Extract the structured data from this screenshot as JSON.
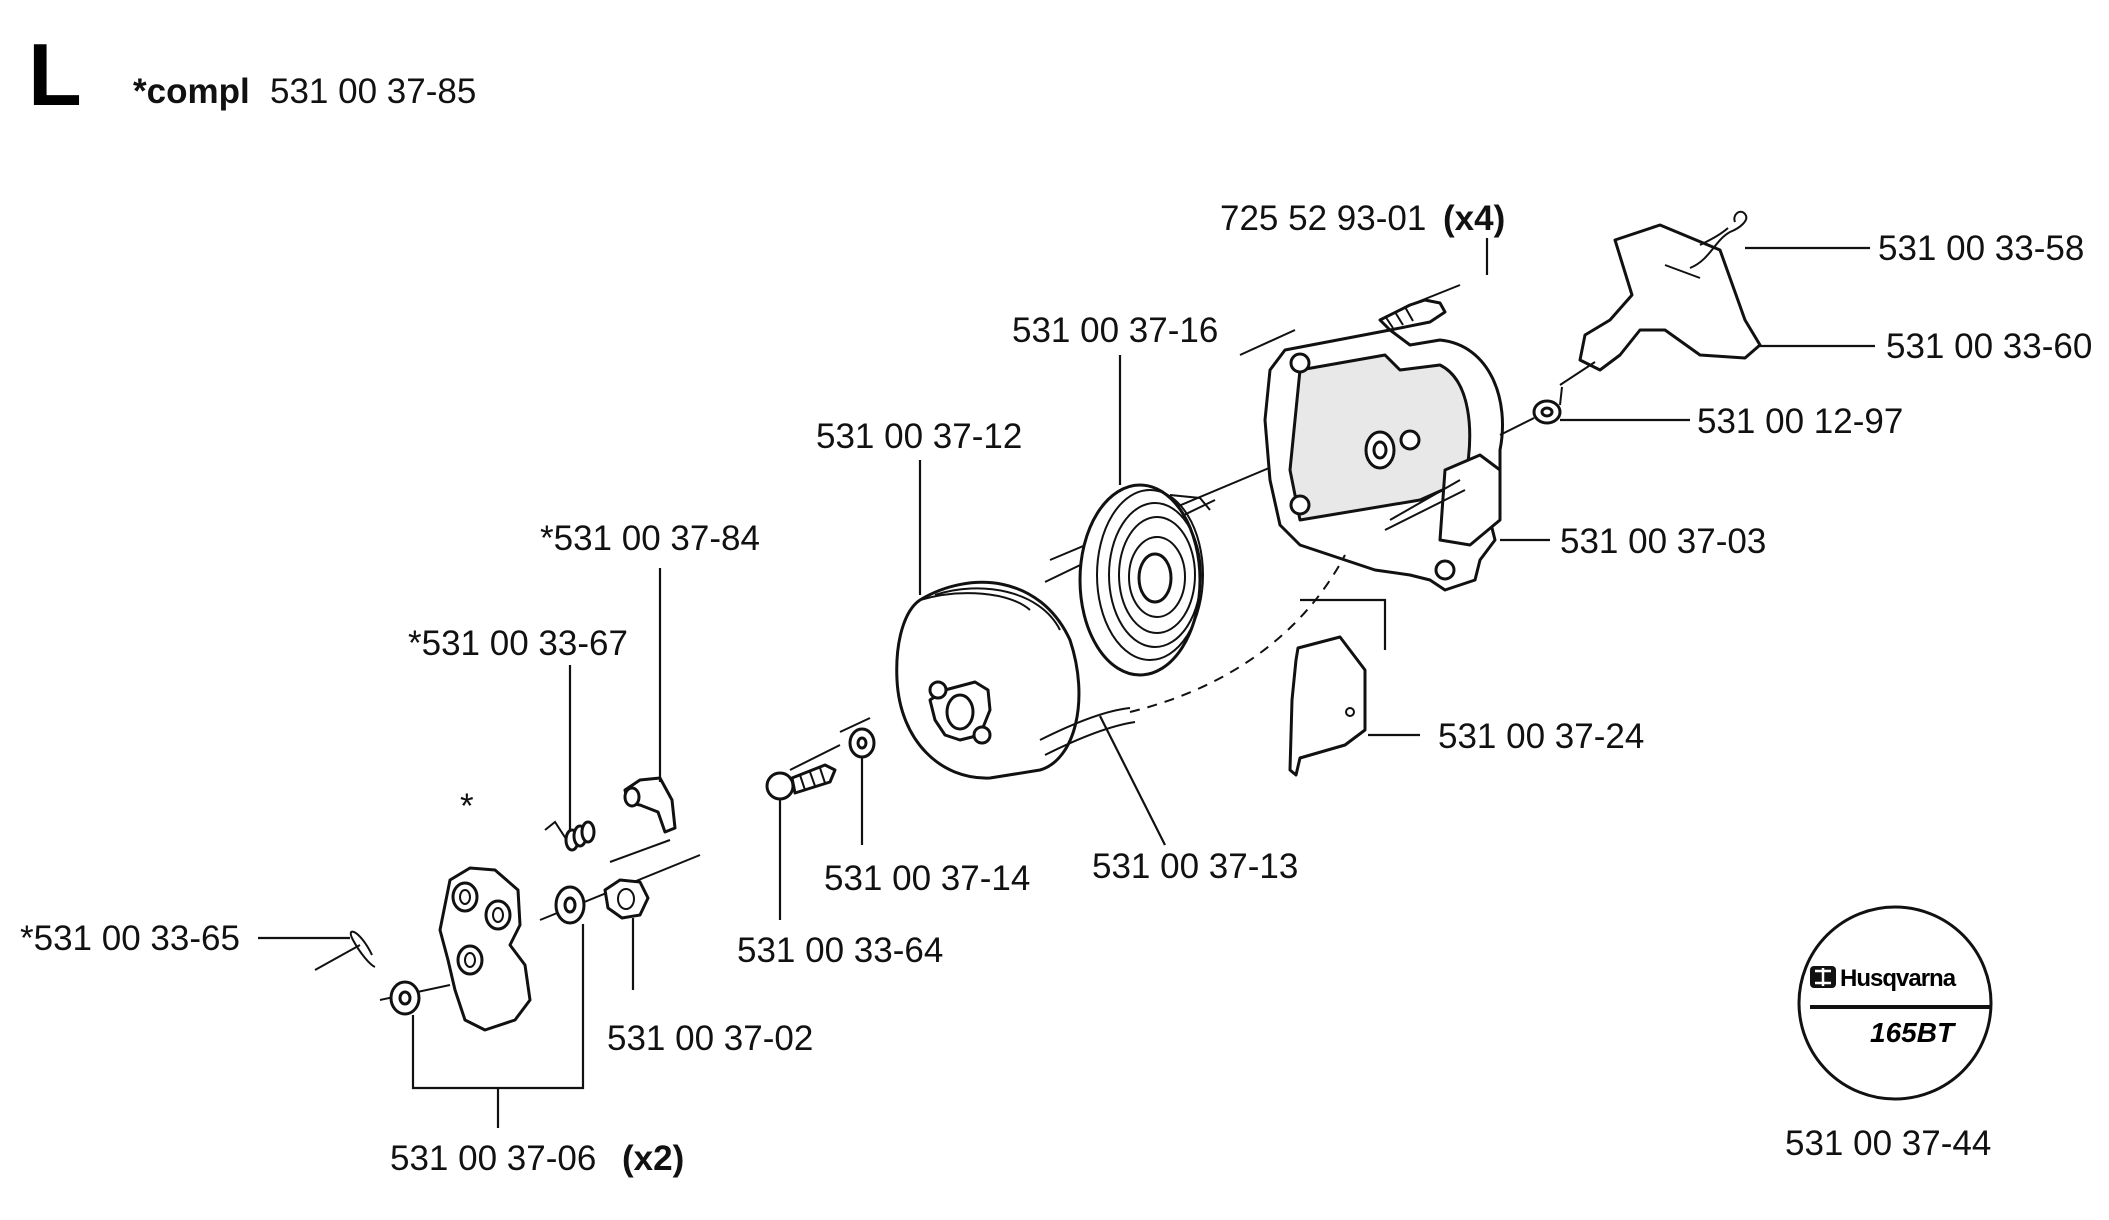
{
  "section": {
    "letter": "L",
    "assembly_prefix": "*compl",
    "assembly_number": "531 00 37-85"
  },
  "labels": {
    "screw_housing": "725 52 93-01",
    "screw_housing_qty": "(x4)",
    "cord_end": "531 00 33-58",
    "handle": "531 00 33-60",
    "rope_bushing": "531 00 12-97",
    "housing": "531 00 37-03",
    "spring": "531 00 37-16",
    "pulley": "531 00 37-12",
    "pawl_spring_84": "*531 00 37-84",
    "pawl_spring_67": "*531 00 33-67",
    "guide_plate": "531 00 37-24",
    "washer_14": "531 00 37-14",
    "rope": "531 00 37-13",
    "screw_64": "531 00 33-64",
    "nut": "531 00 37-02",
    "clip": "*531 00 33-65",
    "washer_06": "531 00 37-06",
    "washer_06_qty": "(x2)",
    "pawl_asterisk": "*",
    "decal": "531 00 37-44"
  },
  "decal": {
    "brand": "Husqvarna",
    "model": "165BT"
  }
}
